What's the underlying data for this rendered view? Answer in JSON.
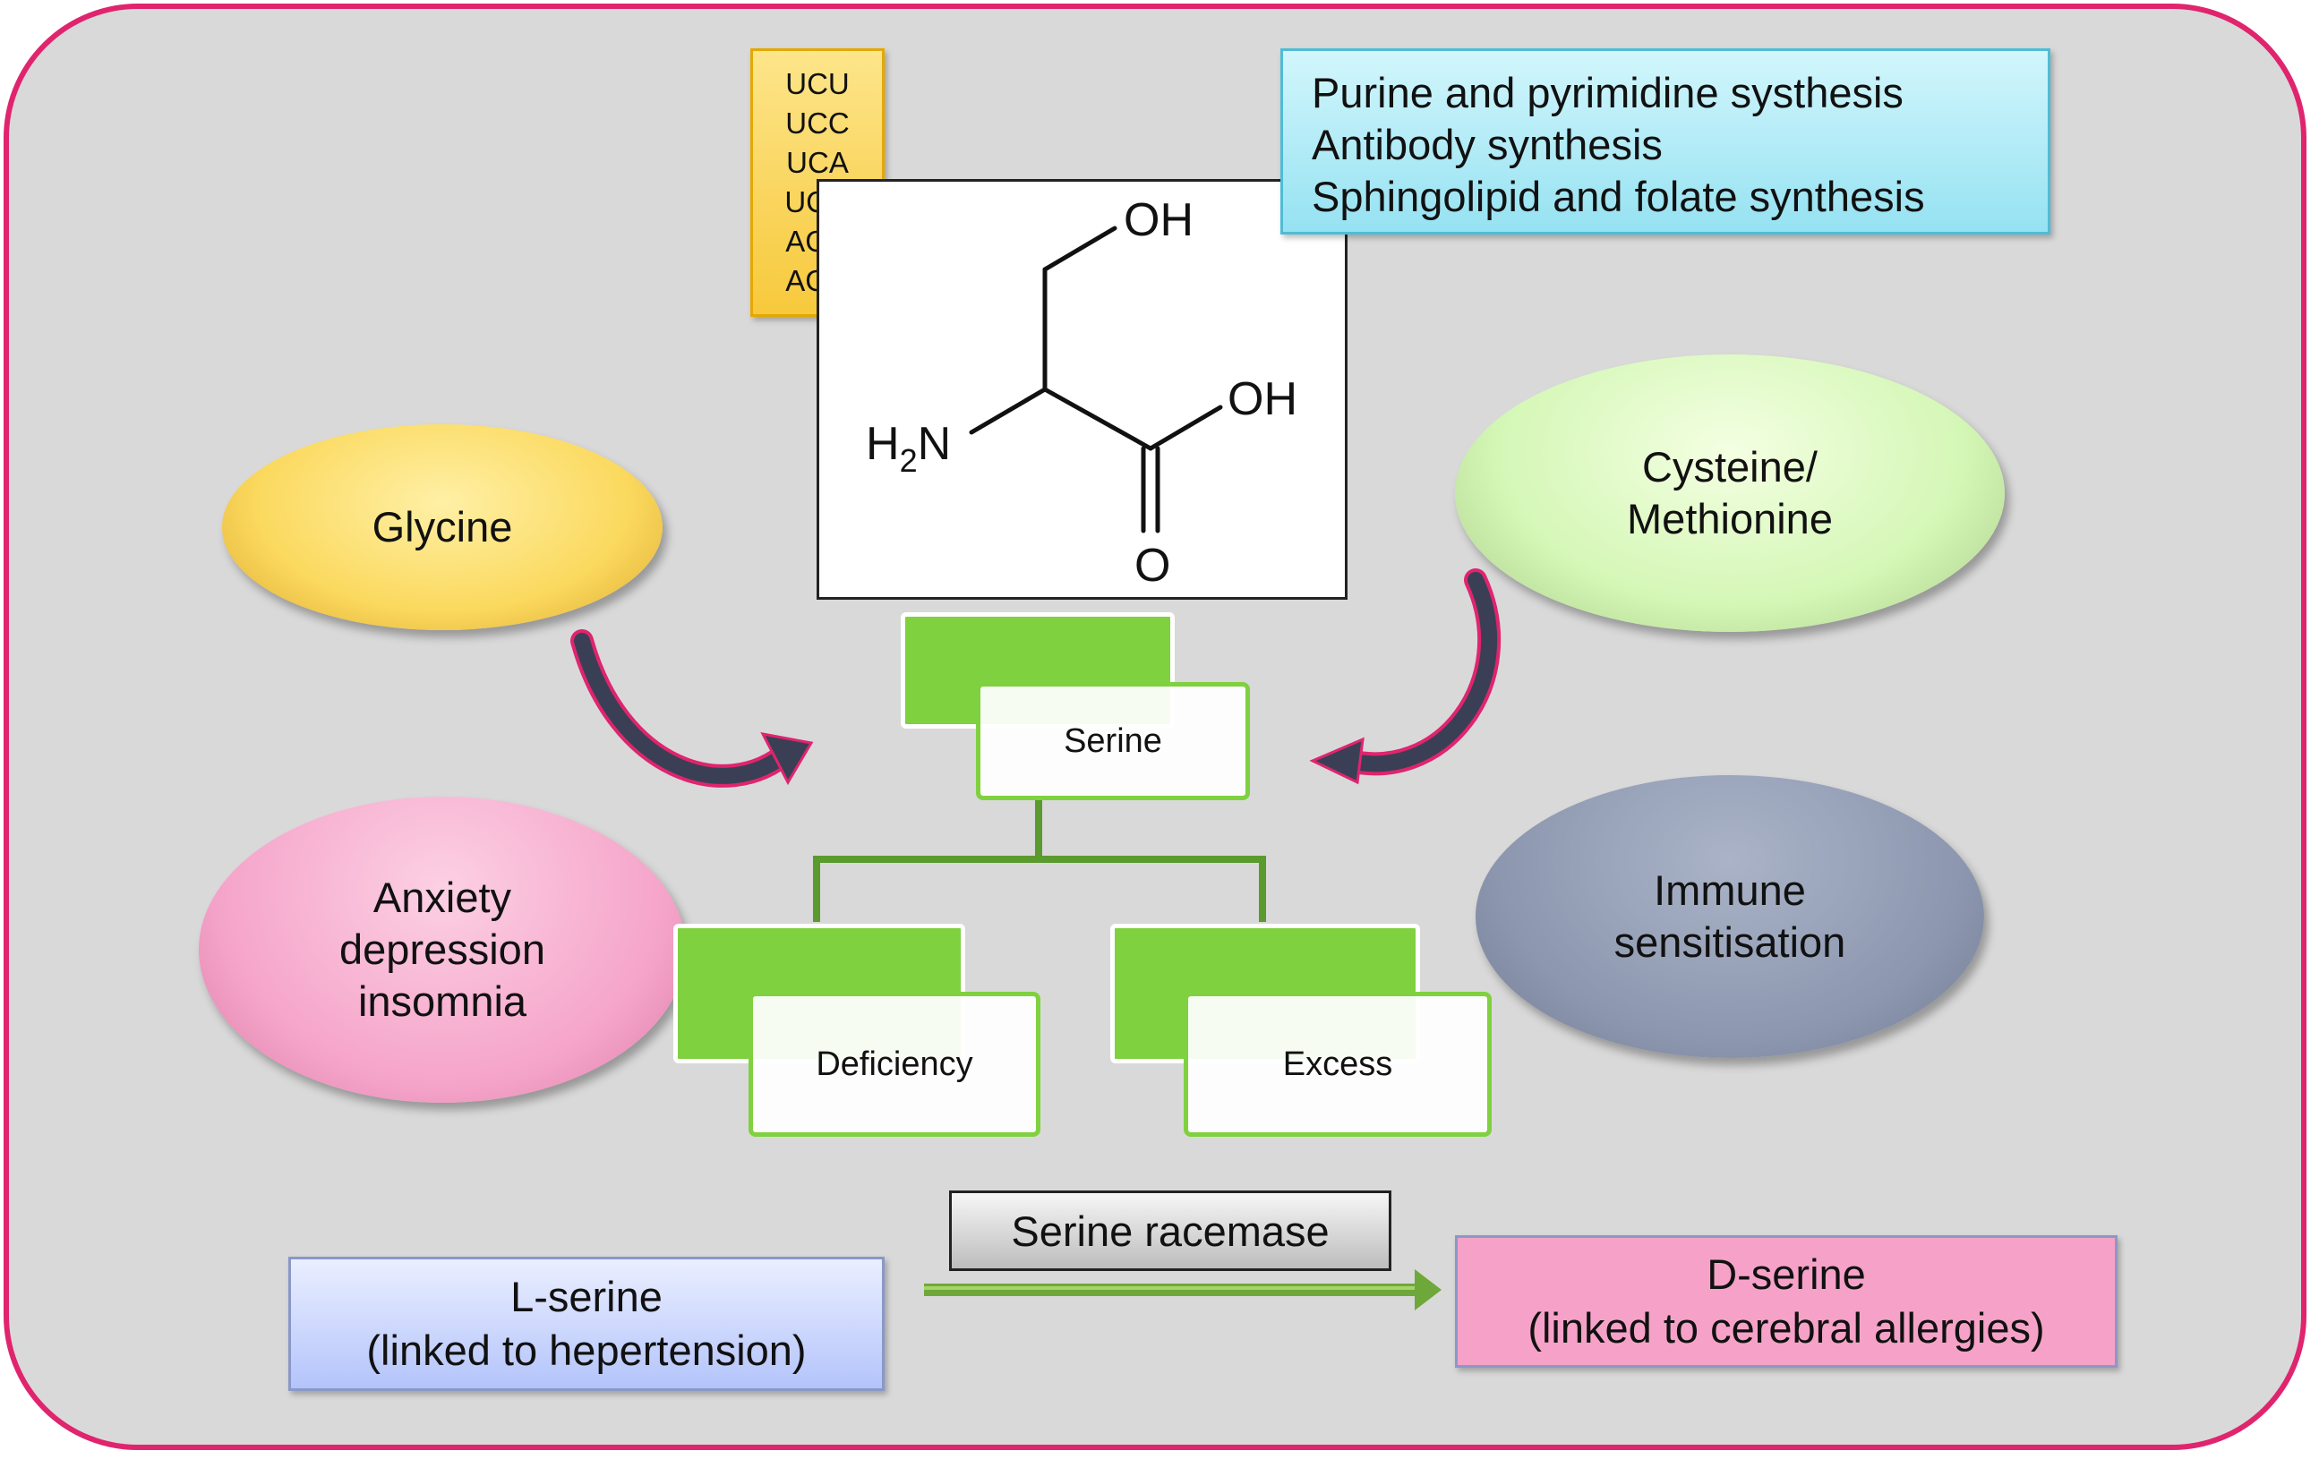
{
  "codons": [
    "UCU",
    "UCC",
    "UCA",
    "UCG",
    "AGU",
    "AGC"
  ],
  "structure": {
    "oh_top": "OH",
    "oh_right": "OH",
    "amine_h": "H",
    "amine_sub": "2",
    "amine_n": "N",
    "carbonyl_o": "O"
  },
  "functions": [
    "Purine and pyrimidine systhesis",
    "Antibody synthesis",
    "Sphingolipid and folate synthesis"
  ],
  "glycine": "Glycine",
  "cysteine": [
    "Cysteine/",
    "Methionine"
  ],
  "anxiety": [
    "Anxiety",
    "depression",
    "insomnia"
  ],
  "immune": [
    "Immune",
    "sensitisation"
  ],
  "serine": "Serine",
  "deficiency": "Deficiency",
  "excess": "Excess",
  "racemase": "Serine racemase",
  "lserine": [
    "L-serine",
    "(linked to hepertension)"
  ],
  "dserine": [
    "D-serine",
    "(linked to cerebral allergies)"
  ],
  "colors": {
    "frame_border": "#e0246e",
    "background": "#d9d9d9",
    "green": "#7fd13f",
    "tree_line": "#5a9a2e",
    "arrow_dark": "#3a3f55",
    "arrow_edge": "#e0246e"
  }
}
